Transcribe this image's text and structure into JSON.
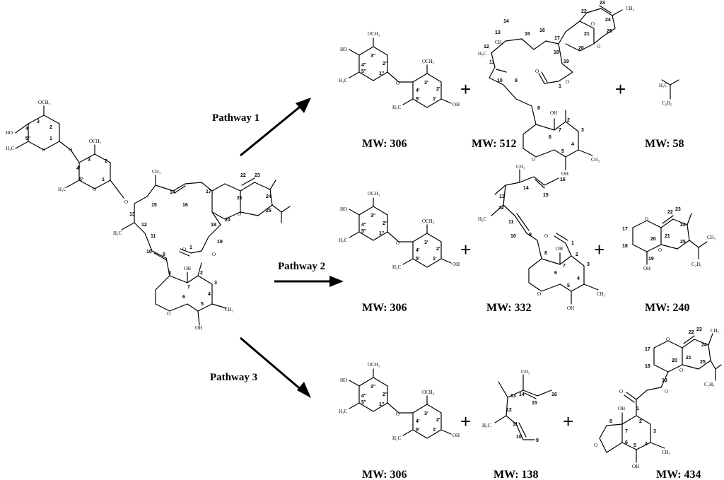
{
  "pathways": [
    "Pathway 1",
    "Pathway 2",
    "Pathway 3"
  ],
  "plus": "+",
  "mw": {
    "p1": [
      "MW: 306",
      "MW: 512",
      "MW: 58"
    ],
    "p2": [
      "MW: 306",
      "MW: 332",
      "MW: 240"
    ],
    "p3": [
      "MW: 306",
      "MW: 138",
      "MW: 434"
    ]
  },
  "atoms": {
    "och3": "OCH₃",
    "ho": "HO",
    "oh": "OH",
    "h3c": "H₃C",
    "ch3": "CH₃",
    "o": "O",
    "c2h5": "C₂H₅"
  },
  "numbering": {
    "disaccharide": [
      "3''",
      "2''",
      "4''",
      "5''",
      "1''",
      "3'",
      "2'",
      "4'",
      "5'",
      "1'"
    ],
    "macrocycle": [
      "1",
      "2",
      "3",
      "4",
      "5",
      "6",
      "7",
      "8",
      "9",
      "10",
      "11",
      "12",
      "13",
      "14",
      "15",
      "16",
      "17",
      "18",
      "19",
      "20",
      "21",
      "22",
      "23",
      "24",
      "25"
    ]
  }
}
